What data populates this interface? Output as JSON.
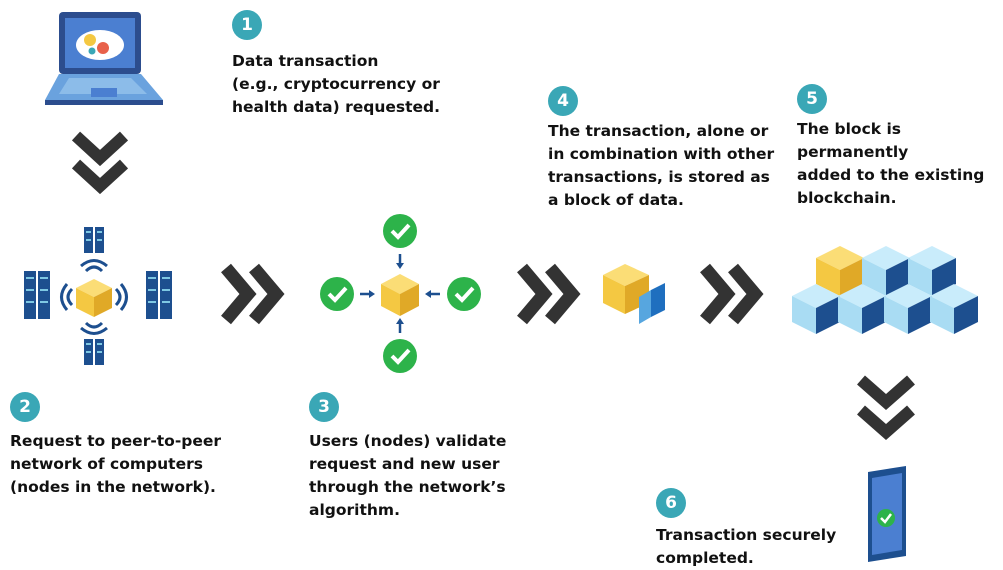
{
  "steps": [
    {
      "number": "1",
      "text": "Data transaction\n(e.g., cryptocurrency or\nhealth data) requested."
    },
    {
      "number": "2",
      "text": "Request to peer-to-peer\nnetwork of computers\n(nodes in the network)."
    },
    {
      "number": "3",
      "text": "Users (nodes) validate\nrequest and new user\nthrough the network’s\nalgorithm."
    },
    {
      "number": "4",
      "text": "The transaction, alone or\nin combination with other\ntransactions, is stored as\na block of data."
    },
    {
      "number": "5",
      "text": "The block is permanently\nadded to the existing\nblockchain."
    },
    {
      "number": "6",
      "text": "Transaction securely\ncompleted."
    }
  ],
  "colors": {
    "badge": "#3aa7b6",
    "check": "#2db34a",
    "cube_yellow": "#f4c842",
    "cube_blue_light": "#a9dcf3",
    "cube_blue_dark": "#1d4f8f",
    "arrow": "#333333"
  }
}
